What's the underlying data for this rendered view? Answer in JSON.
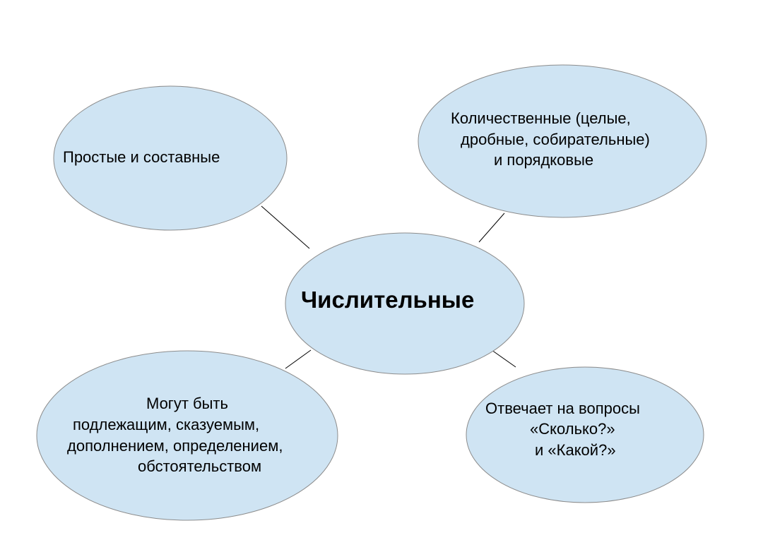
{
  "diagram": {
    "type": "mind-map",
    "colors": {
      "fill": "#cfe4f3",
      "stroke": "#8c8c8c",
      "line": "#000000",
      "text": "#000000"
    },
    "center": {
      "label": "Числительные"
    },
    "nodes": [
      {
        "id": "top-left",
        "label": "Простые и составные"
      },
      {
        "id": "top-right",
        "lines": [
          "Количественные (целые,",
          "дробные, собирательные)",
          "и порядковые"
        ]
      },
      {
        "id": "bottom-left",
        "lines": [
          "Могут быть",
          "подлежащим, сказуемым,",
          "дополнением, определением,",
          "обстоятельством"
        ]
      },
      {
        "id": "bottom-right",
        "lines": [
          "Отвечает на вопросы",
          "«Сколько?»",
          "и «Какой?»"
        ]
      }
    ]
  }
}
